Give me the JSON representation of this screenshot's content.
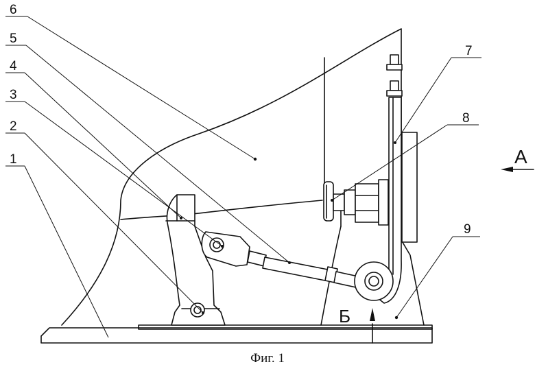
{
  "labels": {
    "l1": "1",
    "l2": "2",
    "l3": "3",
    "l4": "4",
    "l5": "5",
    "l6": "6",
    "l7": "7",
    "l8": "8",
    "l9": "9"
  },
  "view_label": "А",
  "section_label": "Б",
  "caption": "Фиг. 1"
}
